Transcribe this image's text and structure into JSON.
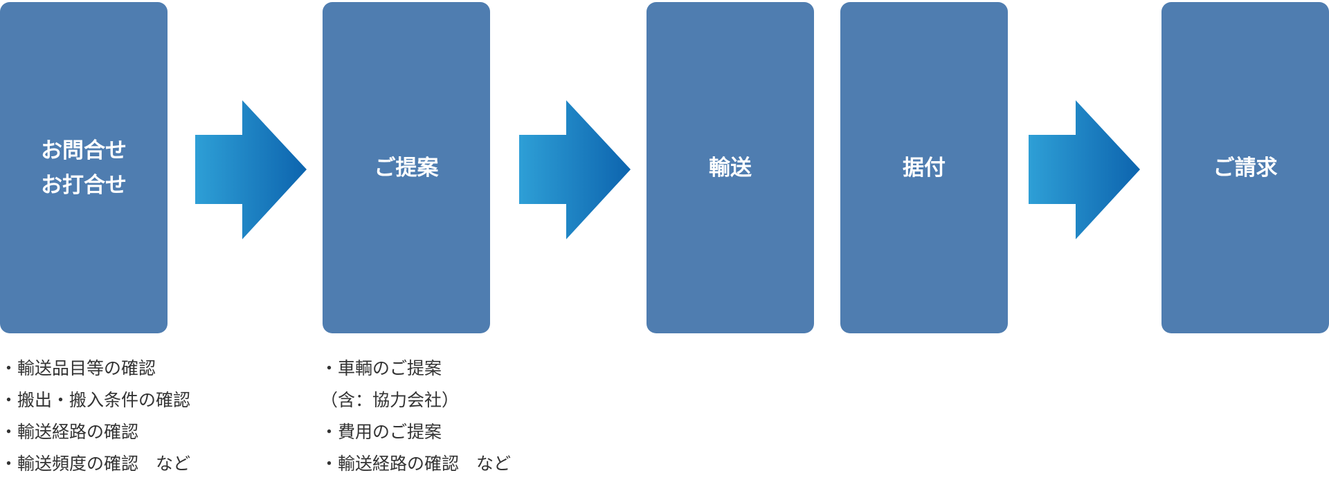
{
  "colors": {
    "box": "#4f7db0",
    "box_text": "#ffffff",
    "arrow_gradient_start": "#2e9fd6",
    "arrow_gradient_end": "#0d64ae",
    "note_text": "#333333"
  },
  "steps": [
    {
      "label_lines": [
        "お問合せ",
        "お打合せ"
      ]
    },
    {
      "label_lines": [
        "ご提案"
      ]
    },
    {
      "label_lines": [
        "輸送"
      ]
    },
    {
      "label_lines": [
        "据付"
      ]
    },
    {
      "label_lines": [
        "ご請求"
      ]
    }
  ],
  "notes": {
    "inquiry": [
      "・輸送品目等の確認",
      "・搬出・搬入条件の確認",
      "・輸送経路の確認",
      "・輸送頻度の確認　など"
    ],
    "proposal": [
      "・車輌のご提案",
      "（含：協力会社）",
      "・費用のご提案",
      "・輸送経路の確認　など"
    ]
  },
  "connectors": [
    {
      "from": "お問合せ",
      "to": "ご提案",
      "shape": "arrow"
    },
    {
      "from": "ご提案",
      "to": "輸送",
      "shape": "arrow"
    },
    {
      "from": "輸送",
      "to": "据付",
      "shape": "none"
    },
    {
      "from": "据付",
      "to": "ご請求",
      "shape": "arrow"
    }
  ]
}
